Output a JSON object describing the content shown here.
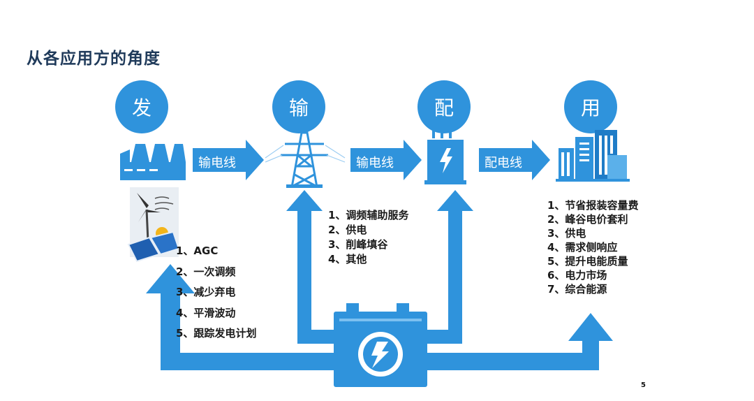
{
  "title": "从各应用方的角度",
  "stages": {
    "generation": "发",
    "transmission": "输",
    "distribution": "配",
    "consumption": "用"
  },
  "connectors": {
    "gen_to_trans": "输电线",
    "trans_to_dist": "输电线",
    "dist_to_use": "配电线"
  },
  "generation_apps": [
    "1、AGC",
    "2、一次调频",
    "3、减少弃电",
    "4、平滑波动",
    "5、跟踪发电计划"
  ],
  "grid_apps": [
    "1、调频辅助服务",
    "2、供电",
    "3、削峰填谷",
    "4、其他"
  ],
  "user_apps": [
    "1、节省报装容量费",
    "2、峰谷电价套利",
    "3、供电",
    "4、需求侧响应",
    "5、提升电能质量",
    "6、电力市场",
    "7、综合能源"
  ],
  "page_number": "5",
  "colors": {
    "primary": "#2f93dc",
    "dark": "#1f3a5a",
    "arrow": "#2f93dc"
  },
  "icons": [
    "power-plant-icon",
    "transmission-tower-icon",
    "transformer-icon",
    "city-buildings-icon",
    "wind-solar-icon",
    "battery-storage-icon"
  ]
}
